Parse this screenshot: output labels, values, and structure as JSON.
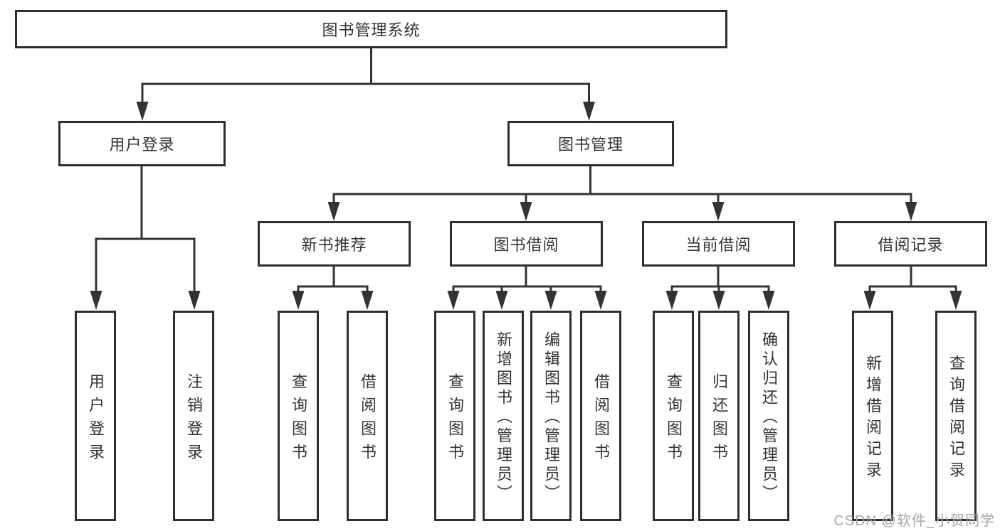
{
  "colors": {
    "line": "#333333",
    "box_border": "#2e2e2e",
    "text": "#333333",
    "watermark": "#a6a6a6",
    "background": "#ffffff"
  },
  "tree": {
    "root": {
      "label": "图书管理系统"
    },
    "level2": [
      {
        "label": "用户登录",
        "children": [
          "用户登录",
          "注销登录"
        ]
      },
      {
        "label": "图书管理",
        "groups": [
          {
            "label": "新书推荐",
            "children": [
              "查询图书",
              "借阅图书"
            ]
          },
          {
            "label": "图书借阅",
            "children": [
              "查询图书",
              "新增图书（管理员）",
              "编辑图书（管理员）",
              "借阅图书"
            ]
          },
          {
            "label": "当前借阅",
            "children": [
              "查询图书",
              "归还图书",
              "确认归还（管理员）"
            ]
          },
          {
            "label": "借阅记录",
            "children": [
              "新增借阅记录",
              "查询借阅记录"
            ]
          }
        ]
      }
    ]
  },
  "watermark": {
    "text": "CSDN @软件_小贺同学"
  }
}
